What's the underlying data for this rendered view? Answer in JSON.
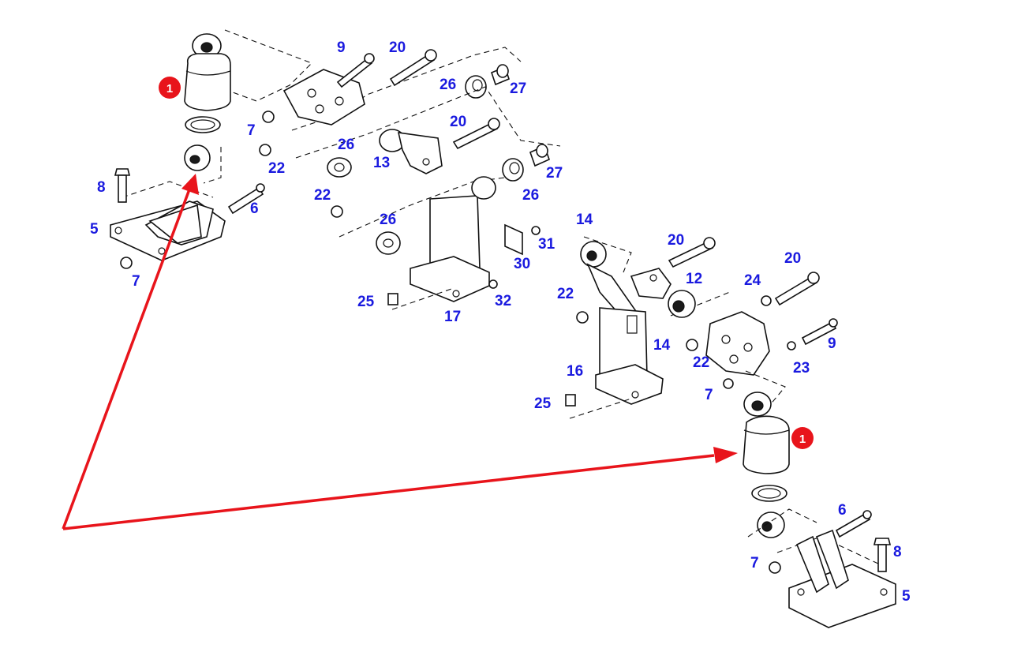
{
  "diagram": {
    "callout_color": "#e8141b",
    "label_color": "#1a1adf",
    "callouts": [
      {
        "id": "callout-left",
        "label": "1"
      },
      {
        "id": "callout-right",
        "label": "1"
      }
    ],
    "labels": {
      "l_9a": "9",
      "l_20a": "20",
      "l_26a": "26",
      "l_27a": "27",
      "l_7a": "7",
      "l_22a": "22",
      "l_26b": "26",
      "l_13": "13",
      "l_20b": "20",
      "l_22b": "22",
      "l_27b": "27",
      "l_26c": "26",
      "l_26d": "26",
      "l_8a": "8",
      "l_6a": "6",
      "l_5a": "5",
      "l_7b": "7",
      "l_31": "31",
      "l_30": "30",
      "l_25a": "25",
      "l_32": "32",
      "l_17": "17",
      "l_14a": "14",
      "l_20c": "20",
      "l_12": "12",
      "l_24": "24",
      "l_20d": "20",
      "l_22c": "22",
      "l_14b": "14",
      "l_22d": "22",
      "l_9b": "9",
      "l_23": "23",
      "l_16": "16",
      "l_25b": "25",
      "l_7c": "7",
      "l_6b": "6",
      "l_7d": "7",
      "l_8b": "8",
      "l_5b": "5"
    }
  }
}
